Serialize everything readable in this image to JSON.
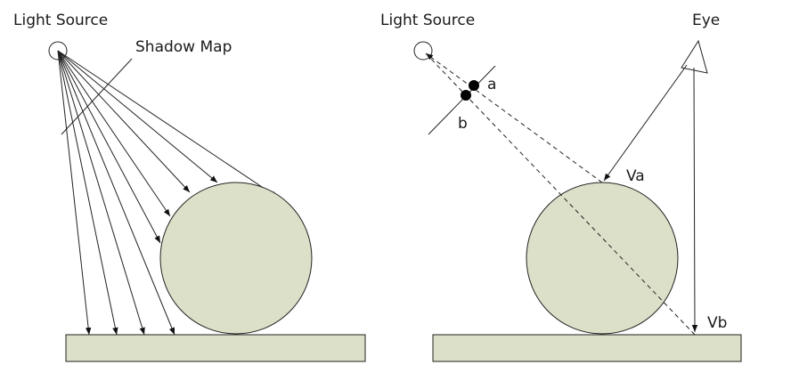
{
  "left_panel": {
    "light_source_label": "Light Source",
    "shadow_map_label": "Shadow Map"
  },
  "right_panel": {
    "light_source_label": "Light Source",
    "eye_label": "Eye",
    "point_a_label": "a",
    "point_b_label": "b",
    "va_label": "Va",
    "vb_label": "Vb"
  },
  "colors": {
    "object_fill": "#dde0c8",
    "stroke": "#222222"
  }
}
